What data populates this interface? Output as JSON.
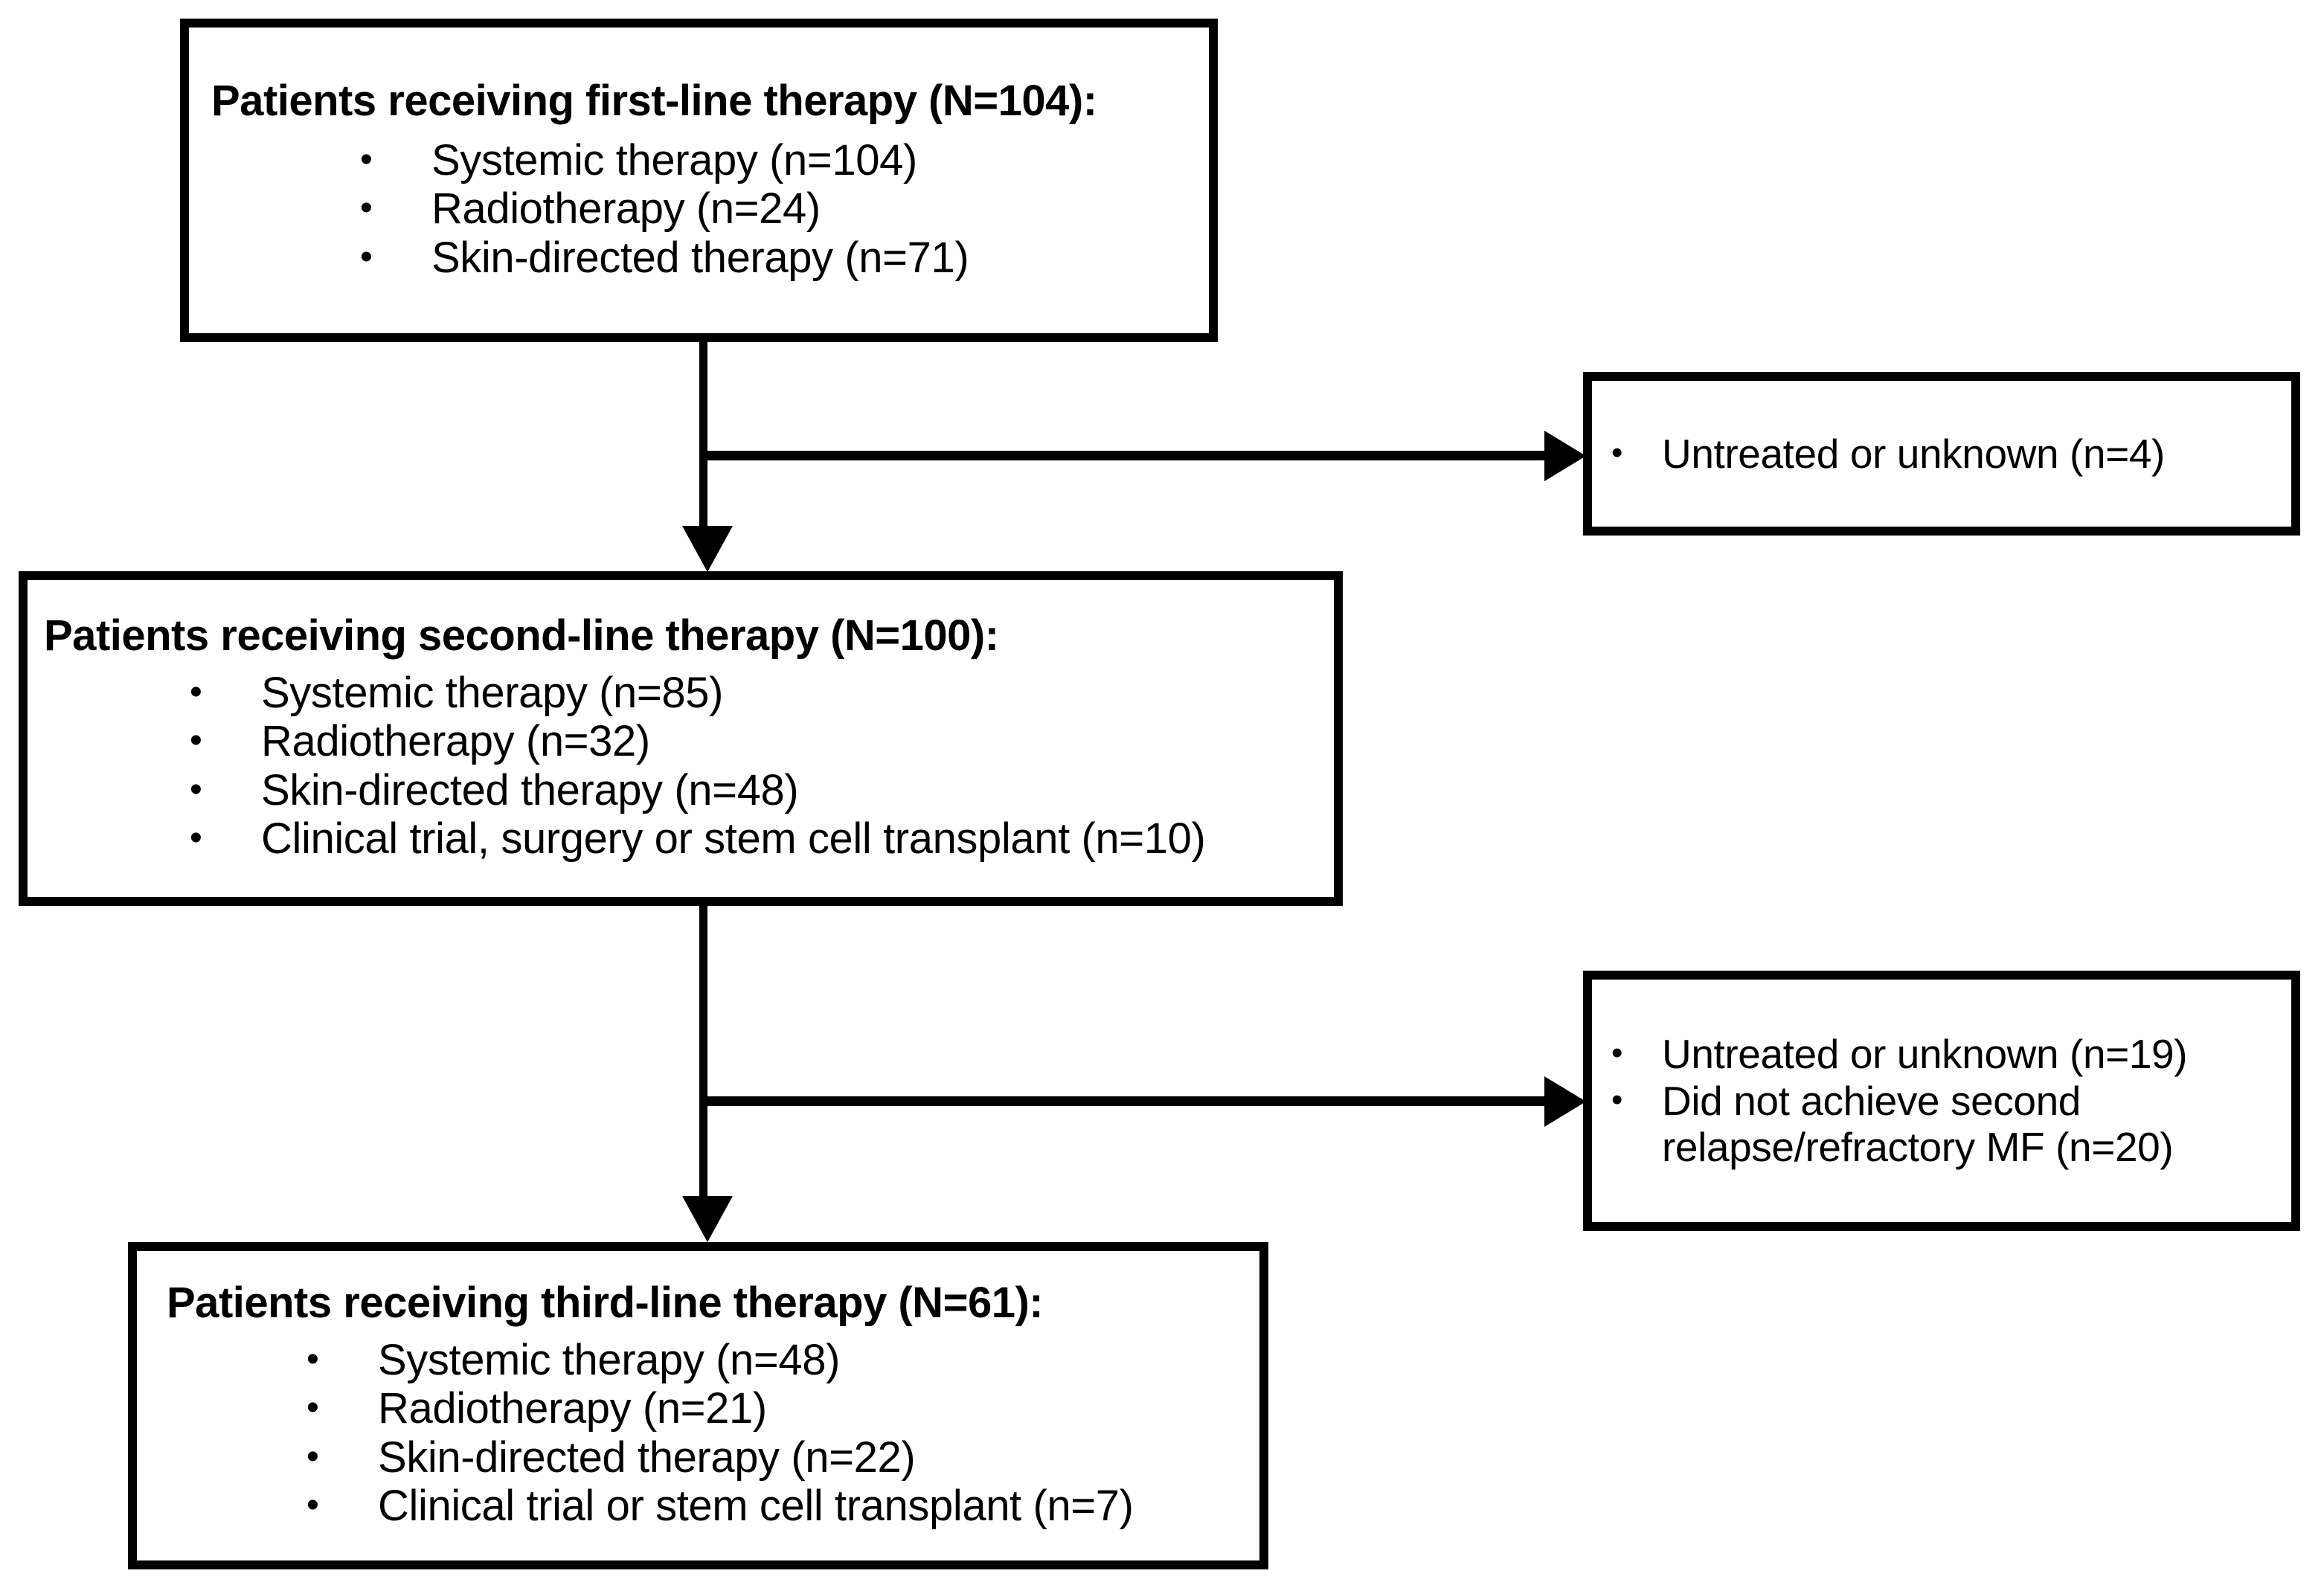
{
  "diagram": {
    "type": "flowchart",
    "title": "Patient treatment line flow",
    "colors": {
      "border": "#000000",
      "background": "#ffffff",
      "text": "#000000"
    },
    "nodes": {
      "first_line": {
        "heading": "Patients receiving first-line therapy (N=104):",
        "bullet_glyph": "•",
        "items": [
          "Systemic therapy (n=104)",
          "Radiotherapy (n=24)",
          "Skin-directed therapy (n=71)"
        ]
      },
      "second_line": {
        "heading": "Patients receiving second-line therapy (N=100):",
        "bullet_glyph": "•",
        "items": [
          "Systemic therapy (n=85)",
          "Radiotherapy (n=32)",
          "Skin-directed therapy (n=48)",
          "Clinical trial, surgery or stem cell transplant (n=10)"
        ]
      },
      "third_line": {
        "heading": "Patients receiving third-line therapy (N=61):",
        "bullet_glyph": "•",
        "items": [
          "Systemic therapy (n=48)",
          "Radiotherapy (n=21)",
          "Skin-directed therapy (n=22)",
          "Clinical trial or stem cell transplant (n=7)"
        ]
      },
      "excluded_after_first": {
        "bullet_glyph": "•",
        "items": [
          "Untreated or unknown (n=4)"
        ]
      },
      "excluded_after_second": {
        "bullet_glyph": "•",
        "items": [
          "Untreated or unknown (n=19)",
          "Did not achieve second\nrelapse/refractory MF (n=20)"
        ]
      }
    },
    "connectors": [
      {
        "name": "first-to-second",
        "from": "first_line",
        "to": "second_line",
        "branch_to": "excluded_after_first"
      },
      {
        "name": "second-to-third",
        "from": "second_line",
        "to": "third_line",
        "branch_to": "excluded_after_second"
      }
    ]
  }
}
